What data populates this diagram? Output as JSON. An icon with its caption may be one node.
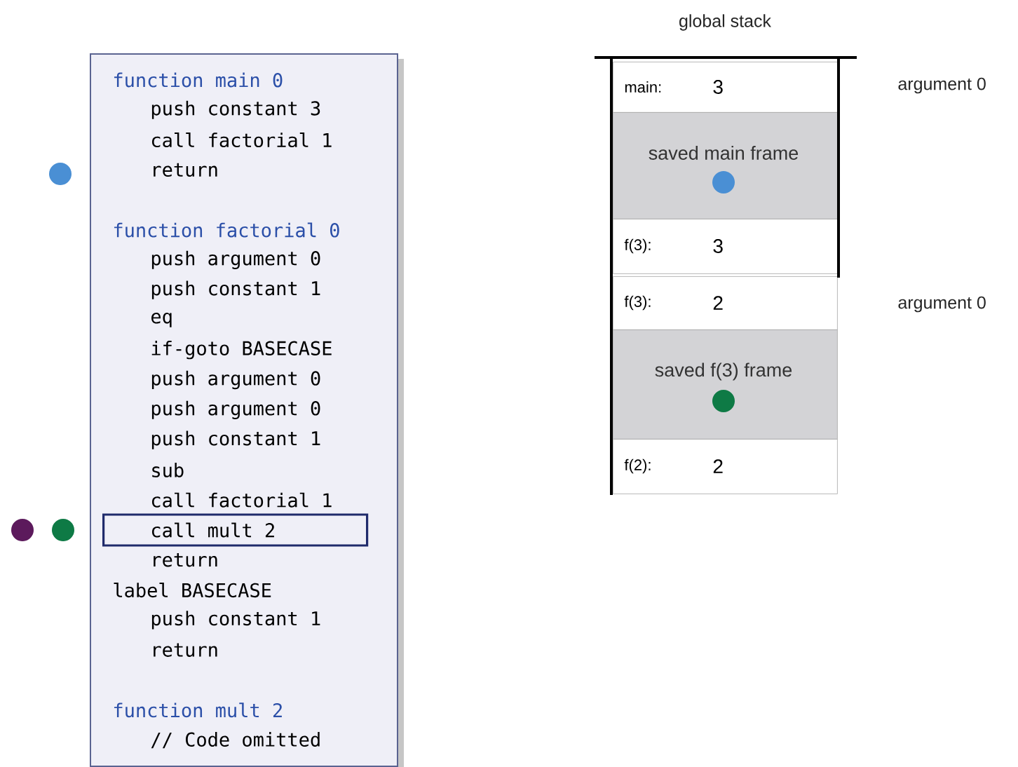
{
  "diagram": {
    "title": "global stack",
    "nodes": [
      {
        "text": [
          "function main 0",
          "push constant 3",
          "call factorial 1",
          "return",
          "function factorial 0",
          "push argument 0",
          "push constant 1",
          "eq",
          "if-goto BASECASE",
          "push argument 0",
          "push argument 0",
          "push constant 1",
          "sub",
          "call factorial 1",
          "return",
          "label BASECASE",
          "push constant 1",
          "return",
          "function mult 2",
          "// Code omitted"
        ]
      },
      {
        "text": [
          "call mult 2"
        ],
        "in": 0
      },
      {
        "text": [
          "main:",
          "3"
        ]
      },
      {
        "text": [
          "saved main frame"
        ]
      },
      {
        "text": [
          "f(3):",
          "3"
        ]
      },
      {
        "text": [
          "f(3):",
          "2"
        ]
      },
      {
        "text": [
          "saved f(3) frame"
        ]
      },
      {
        "text": [
          "f(2):",
          "2"
        ]
      }
    ],
    "labels": [
      "argument 0",
      "argument 0"
    ]
  }
}
